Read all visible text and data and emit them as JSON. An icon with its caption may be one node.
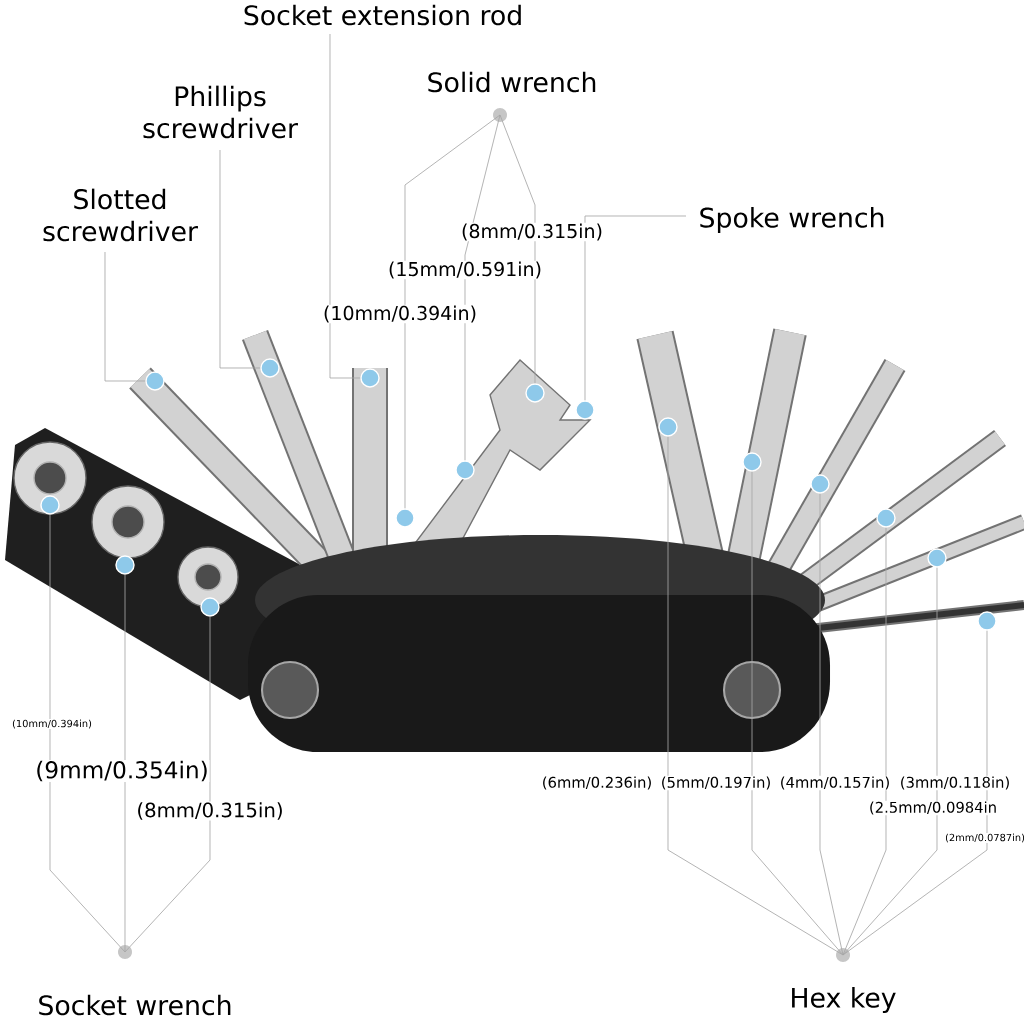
{
  "diagram": {
    "nodes": [
      {
        "text": [
          "Socket extension rod"
        ]
      },
      {
        "text": [
          "Phillips screwdriver"
        ]
      },
      {
        "text": [
          "Slotted screwdriver"
        ]
      },
      {
        "text": [
          "Solid wrench"
        ]
      },
      {
        "text": [
          "Spoke wrench"
        ]
      },
      {
        "text": [
          "Socket wrench"
        ]
      },
      {
        "text": [
          "Hex key"
        ]
      },
      {
        "text": [],
        "shape": "circle"
      },
      {
        "text": [],
        "shape": "circle"
      },
      {
        "text": [],
        "shape": "circle"
      },
      {
        "text": [],
        "shape": "circle"
      },
      {
        "text": [],
        "shape": "circle"
      },
      {
        "text": [],
        "shape": "circle"
      },
      {
        "text": [],
        "shape": "circle"
      },
      {
        "text": [],
        "shape": "circle"
      },
      {
        "text": [],
        "shape": "circle"
      },
      {
        "text": [],
        "shape": "circle"
      },
      {
        "text": [],
        "shape": "circle"
      },
      {
        "text": [],
        "shape": "circle"
      },
      {
        "text": [],
        "shape": "circle"
      },
      {
        "text": [],
        "shape": "circle"
      },
      {
        "text": [],
        "shape": "circle"
      },
      {
        "text": [],
        "shape": "circle"
      }
    ],
    "edges": [
      {
        "from": 0,
        "to": 12,
        "arrow": "none"
      },
      {
        "from": 1,
        "to": 11,
        "arrow": "none"
      },
      {
        "from": 2,
        "to": 9,
        "arrow": "none"
      },
      {
        "from": 3,
        "to": 13,
        "arrow": "none"
      },
      {
        "from": 3,
        "to": 14,
        "arrow": "none"
      },
      {
        "from": 3,
        "to": 15,
        "arrow": "none"
      },
      {
        "from": 4,
        "to": 16,
        "arrow": "none"
      },
      {
        "from": 5,
        "to": 7,
        "arrow": "none"
      },
      {
        "from": 5,
        "to": 8,
        "arrow": "none"
      },
      {
        "from": 5,
        "to": 10,
        "arrow": "none"
      },
      {
        "from": 6,
        "to": 17,
        "arrow": "none"
      },
      {
        "from": 6,
        "to": 18,
        "arrow": "none"
      },
      {
        "from": 6,
        "to": 19,
        "arrow": "none"
      },
      {
        "from": 6,
        "to": 20,
        "arrow": "none"
      },
      {
        "from": 6,
        "to": 21,
        "arrow": "none"
      },
      {
        "from": 6,
        "to": 22,
        "arrow": "none"
      }
    ],
    "labels": [
      "(8mm/0.315in)",
      "(15mm/0.591in)",
      "(10mm/0.394in)",
      "(10mm/0.394in)",
      "(9mm/0.354in)",
      "(6mm/0.236in)",
      "(5mm/0.197in)",
      "(4mm/0.157in)",
      "(3mm/0.118in)",
      "(8mm/0.315in)",
      "(2.5mm/0.0984in",
      "(2mm/0.0787in)"
    ]
  }
}
